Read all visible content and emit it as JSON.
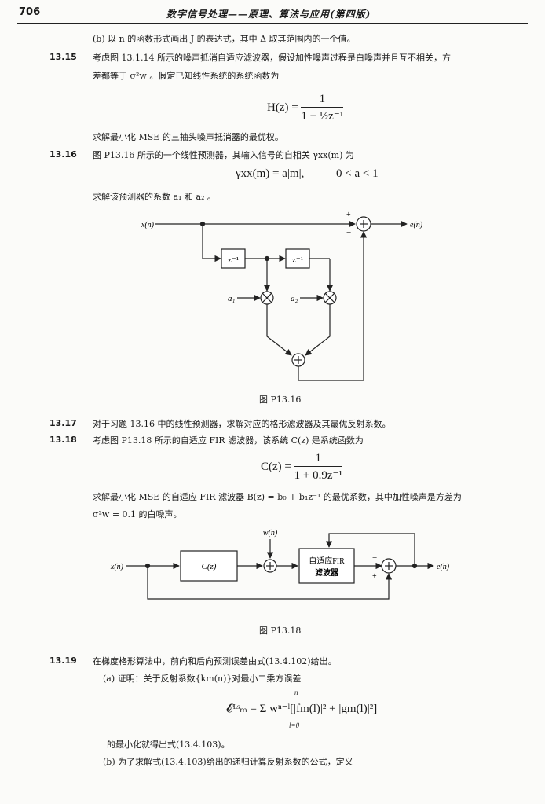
{
  "header": {
    "page_number": "706",
    "book_title": "数字信号处理——原理、算法与应用(第四版)"
  },
  "p_b_cont": "(b) 以 n 的函数形式画出 J 的表达式，其中 Δ 取其范围内的一个值。",
  "problems": {
    "p1315": {
      "number": "13.15",
      "line1": "考虑图 13.1.14 所示的噪声抵消自适应滤波器，假设加性噪声过程是白噪声并且互不相关，方",
      "line2": "差都等于 σ²w 。假定已知线性系统的系统函数为",
      "eq_lhs": "H(z) =",
      "eq_num": "1",
      "eq_den": "1 − ½z⁻¹",
      "line3": "求解最小化 MSE 的三抽头噪声抵消器的最优权。"
    },
    "p1316": {
      "number": "13.16",
      "line1": "图 P13.16 所示的一个线性预测器，其输入信号的自相关 γxx(m) 为",
      "eq": "γxx(m) = a|m|,",
      "eq_cond": "0 < a < 1",
      "line2": "求解该预测器的系数 a₁ 和 a₂ 。"
    },
    "p1317": {
      "number": "13.17",
      "line1": "对于习题 13.16 中的线性预测器，求解对应的格形滤波器及其最优反射系数。"
    },
    "p1318": {
      "number": "13.18",
      "line1": "考虑图 P13.18 所示的自适应 FIR 滤波器，该系统 C(z) 是系统函数为",
      "eq_lhs": "C(z) =",
      "eq_num": "1",
      "eq_den": "1 + 0.9z⁻¹",
      "line2": "求解最小化 MSE 的自适应 FIR 滤波器 B(z) = b₀ + b₁z⁻¹ 的最优系数，其中加性噪声是方差为",
      "line3": "σ²w = 0.1 的白噪声。"
    },
    "p1319": {
      "number": "13.19",
      "line1": "在梯度格形算法中，前向和后向预测误差由式(13.4.102)给出。",
      "line_a": "(a) 证明：关于反射系数{km(n)}对最小二乘方误差",
      "eq": "𝓔ᴸˢₘ = Σ wⁿ⁻ˡ[|fm(l)|² + |gm(l)|²]",
      "eq_sum_top": "n",
      "eq_sum_bot": "l=0",
      "line_a2": "的最小化就得出式(13.4.103)。",
      "line_b": "(b) 为了求解式(13.4.103)给出的递归计算反射系数的公式，定义"
    }
  },
  "fig1316": {
    "caption": "图 P13.16",
    "input": "x(n)",
    "output": "e(n)",
    "delay": "z⁻¹",
    "coef1": "a₁",
    "coef2": "a₂",
    "plus": "+",
    "minus": "−"
  },
  "fig1318": {
    "caption": "图 P13.18",
    "input": "x(n)",
    "noise": "w(n)",
    "output": "e(n)",
    "block_c": "C(z)",
    "block_fir_1": "自适应FIR",
    "block_fir_2": "滤波器",
    "plus": "+",
    "minus": "−"
  }
}
